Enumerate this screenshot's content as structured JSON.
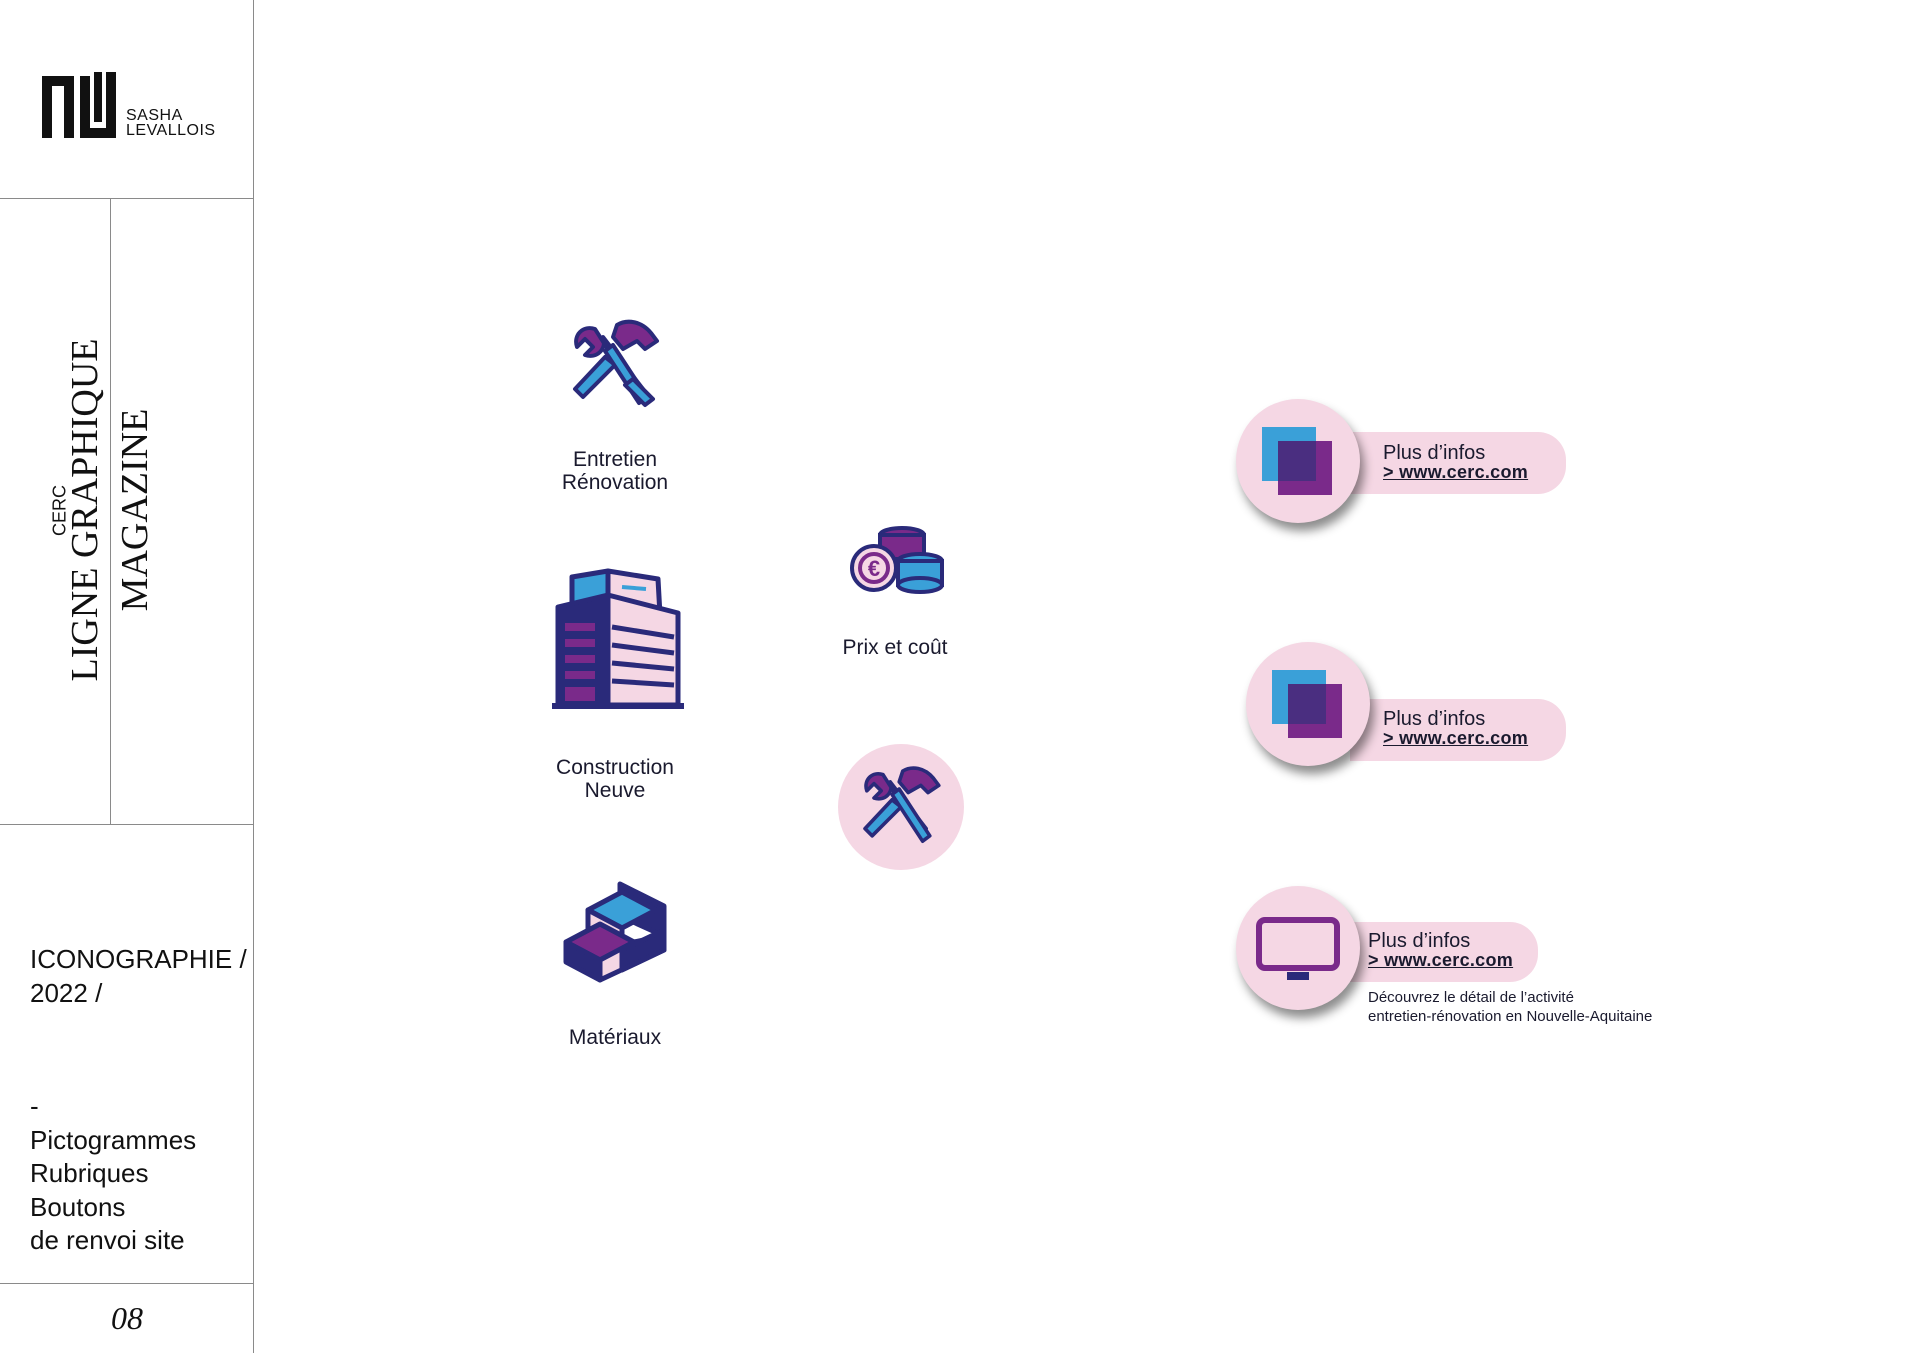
{
  "sidebar": {
    "logo_line1": "SASHA",
    "logo_line2": "LEVALLOIS",
    "client": "CERC",
    "title_line1": "LIGNE GRAPHIQUE",
    "title_line2": "MAGAZINE",
    "section_line1": "ICONOGRAPHIE /",
    "section_line2": "2022 /",
    "dash": "-",
    "items": [
      "Pictogrammes",
      "Rubriques",
      "Boutons",
      "de renvoi site"
    ],
    "page_number": "08"
  },
  "pictos": [
    {
      "icon": "tools-icon",
      "line1": "Entretien",
      "line2": "Rénovation"
    },
    {
      "icon": "building-icon",
      "line1": "Construction",
      "line2": "Neuve"
    },
    {
      "icon": "bricks-icon",
      "line1": "Matériaux",
      "line2": ""
    },
    {
      "icon": "coins-euro-icon",
      "line1": "Prix et coût",
      "line2": ""
    }
  ],
  "buttons": [
    {
      "icon": "squares-icon",
      "label": "Plus d’infos",
      "link": "> www.cerc.com"
    },
    {
      "icon": "squares-icon",
      "label": "Plus d’infos",
      "link": "> www.cerc.com"
    },
    {
      "icon": "monitor-icon",
      "label": "Plus d’infos",
      "link": "> www.cerc.com",
      "description_line1": "Découvrez le détail de l’activité",
      "description_line2": "entretien-rénovation en Nouvelle-Aquitaine"
    }
  ],
  "colors": {
    "navy": "#2a2a7a",
    "purple": "#7a2a8a",
    "cyan": "#3aa0d8",
    "pink": "#f5d7e4",
    "magenta": "#8a2a8a"
  }
}
